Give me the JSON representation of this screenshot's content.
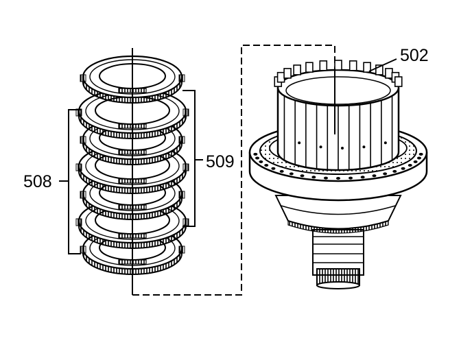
{
  "diagram": {
    "labels": {
      "clutch_plates_a": "508",
      "clutch_plates_b": "509",
      "housing": "502"
    },
    "colors": {
      "ink": "#000000",
      "paper": "#ffffff"
    }
  }
}
